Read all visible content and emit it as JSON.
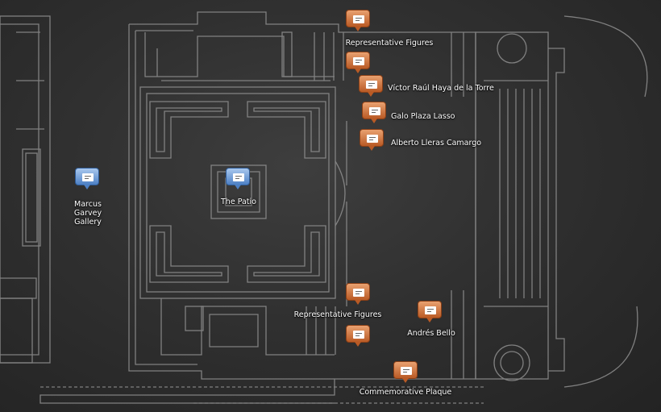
{
  "markers": [
    {
      "name": "Representative Figures",
      "label": "Representative Figures",
      "color": "orange"
    },
    {
      "name": "unlabeled marker 1",
      "label": "",
      "color": "orange"
    },
    {
      "name": "Victor Raul Haya de la Torre",
      "label": "Víctor Raúl Haya de la Torre",
      "color": "orange"
    },
    {
      "name": "Galo Plaza Lasso",
      "label": "Galo Plaza Lasso",
      "color": "orange"
    },
    {
      "name": "Alberto Lleras Camargo",
      "label": "Alberto Lleras Camargo",
      "color": "orange"
    },
    {
      "name": "Marcus Garvey Gallery",
      "label": "Marcus\nGarvey\nGallery",
      "color": "blue"
    },
    {
      "name": "The Patio",
      "label": "The Patio",
      "color": "blue"
    },
    {
      "name": "Representative Figures 2",
      "label": "Representative Figures",
      "color": "orange"
    },
    {
      "name": "unlabeled marker 2",
      "label": "",
      "color": "orange"
    },
    {
      "name": "Andres Bello",
      "label": "Andrés Bello",
      "color": "orange"
    },
    {
      "name": "Commemorative Plaque",
      "label": "Commemorative Plaque",
      "color": "orange"
    }
  ],
  "colors": {
    "orange_marker": "#d27a42",
    "blue_marker": "#6f9ad6",
    "background": "#2e2e2e",
    "lines": "#8f8f8f"
  }
}
